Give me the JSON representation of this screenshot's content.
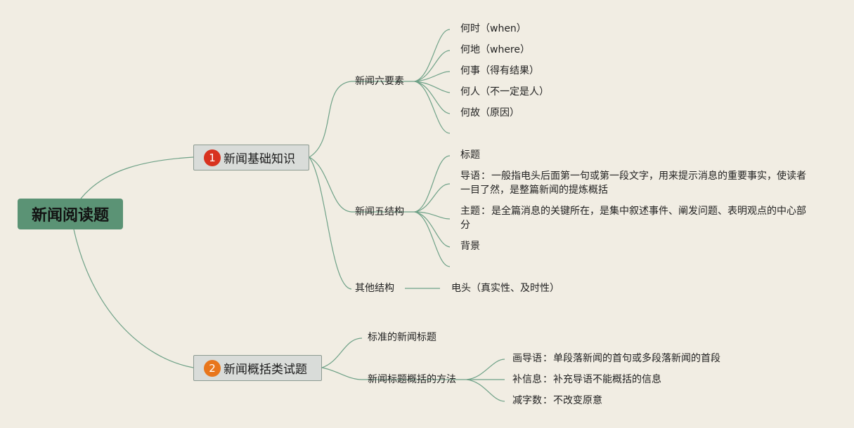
{
  "root": {
    "label": "新闻阅读题"
  },
  "branches": [
    {
      "number": "1",
      "label": "新闻基础知识",
      "color": "#d8321f",
      "groups": [
        {
          "label": "新闻六要素",
          "items": [
            {
              "text": "何时（when）"
            },
            {
              "text": "何地（where）"
            },
            {
              "text": "何事（得有结果）"
            },
            {
              "text": "何人（不一定是人）"
            },
            {
              "text": "何故（原因）"
            },
            {
              "text": ""
            }
          ]
        },
        {
          "label": "新闻五结构",
          "items": [
            {
              "text": "标题"
            },
            {
              "term": "导语",
              "desc": "一般指电头后面第一句或第一段文字，用来提示消息的重要事实，使读者一目了然，是整篇新闻的提炼概括"
            },
            {
              "term": "主题",
              "desc": "是全篇消息的关键所在，是集中叙述事件、阐发问题、表明观点的中心部分"
            },
            {
              "text": "背景"
            },
            {
              "text": ""
            }
          ]
        },
        {
          "label": "其他结构",
          "items": [
            {
              "text": "电头（真实性、及时性）"
            }
          ]
        }
      ]
    },
    {
      "number": "2",
      "label": "新闻概括类试题",
      "color": "#e8761c",
      "groups": [
        {
          "label": "标准的新闻标题",
          "items": []
        },
        {
          "label": "新闻标题概括的方法",
          "items": [
            {
              "term": "画导语",
              "desc": "单段落新闻的首句或多段落新闻的首段"
            },
            {
              "term": "补信息",
              "desc": "补充导语不能概括的信息"
            },
            {
              "term": "减字数",
              "desc": "不改变原意"
            }
          ]
        }
      ]
    }
  ],
  "separator": "："
}
